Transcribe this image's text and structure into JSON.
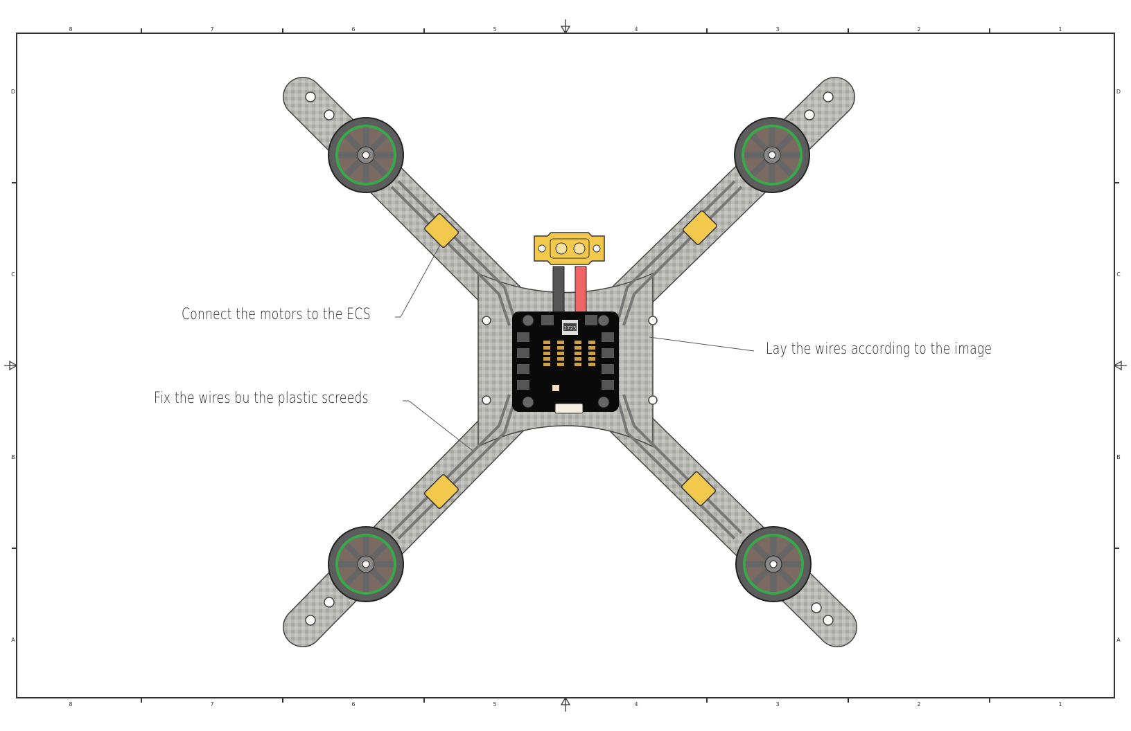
{
  "drawing": {
    "columns": [
      "8",
      "7",
      "6",
      "5",
      "4",
      "3",
      "2",
      "1"
    ],
    "rows": [
      "D",
      "C",
      "B",
      "A"
    ],
    "chip_label": "2725",
    "annotations": {
      "connect_motors": "Connect the motors to the ECS",
      "lay_wires": "Lay the wires according to the image",
      "fix_wires": "Fix the wires bu the plastic screeds"
    },
    "colors": {
      "frame": "#b8b8b8",
      "connector": "#f2c94c",
      "board": "#0a0a0a",
      "motor_winding": "#3aa84a",
      "red_wire": "#f06464"
    }
  }
}
